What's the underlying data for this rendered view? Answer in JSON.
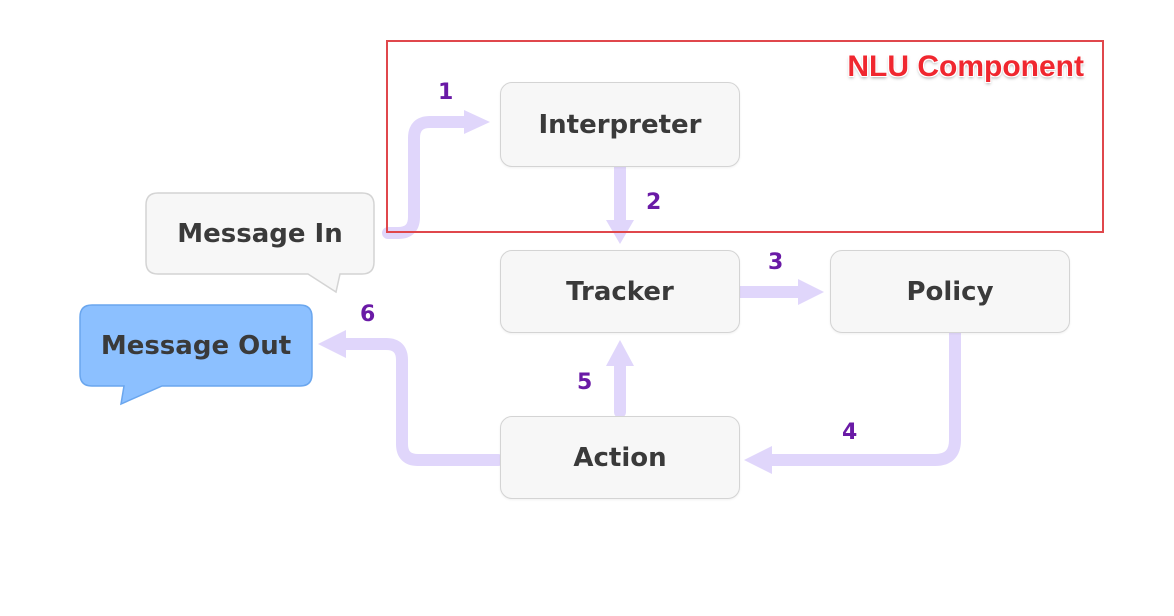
{
  "nodes": {
    "interpreter": "Interpreter",
    "tracker": "Tracker",
    "policy": "Policy",
    "action": "Action"
  },
  "bubbles": {
    "message_in": "Message In",
    "message_out": "Message Out"
  },
  "steps": [
    "1",
    "2",
    "3",
    "4",
    "5",
    "6"
  ],
  "nlu_component": {
    "label": "NLU Component",
    "color": "#e0474c"
  },
  "colors": {
    "arrow": "#e0d6fb",
    "step_number": "#6a1aa6",
    "node_fill": "#f7f7f7",
    "message_out_fill": "#8cc0ff"
  }
}
